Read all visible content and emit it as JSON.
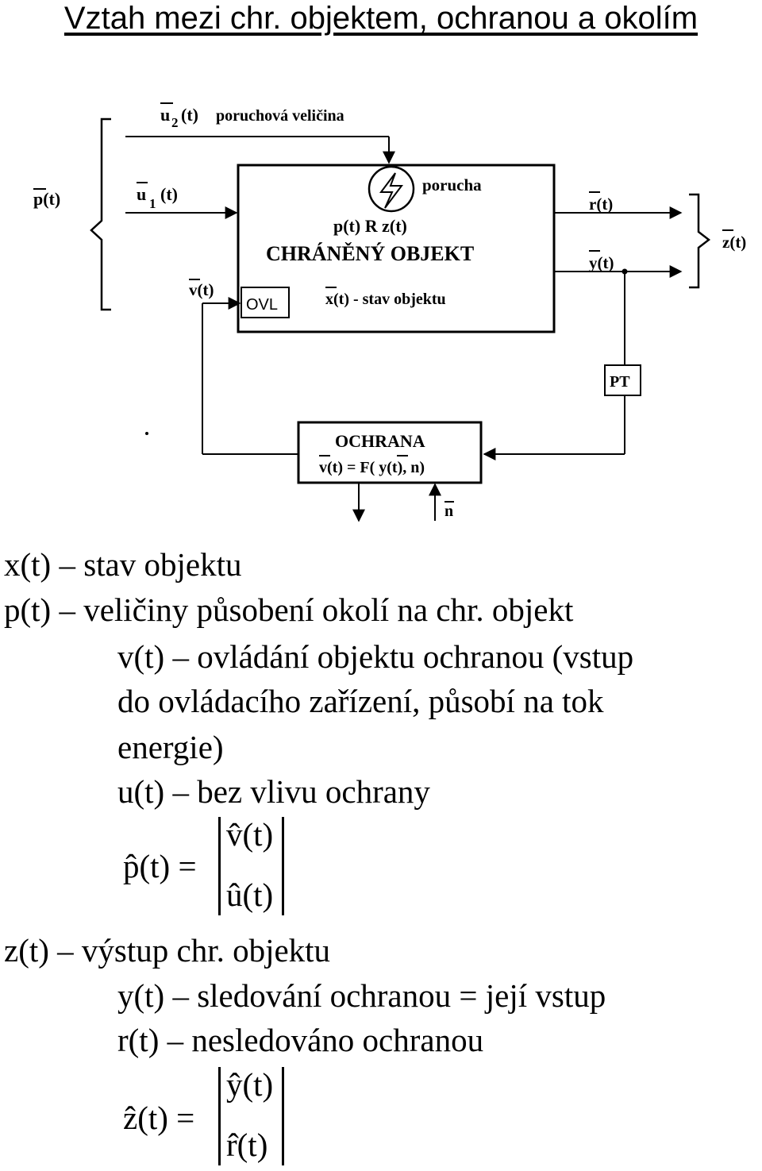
{
  "title": "Vztah mezi chr. objektem, ochranou a okolím",
  "diagram": {
    "u2_label": "u",
    "u2_sub": "2",
    "u2_arg": "(t)",
    "disturbance_label": "poruchová veličina",
    "p_label": "p(t)",
    "u1_label": "u",
    "u1_sub": "1",
    "u1_arg": "(t)",
    "fault_label": "porucha",
    "relation_label": "p(t) R z(t)",
    "object_label": "CHRÁNĚNÝ OBJEKT",
    "state_label": "x(t) - stav objektu",
    "v_label": "v(t)",
    "ovl_label": "OVL",
    "r_label": "r(t)",
    "y_label": "y(t)",
    "z_label": "z(t)",
    "pt_label": "PT",
    "protection_label": "OCHRANA",
    "protection_formula": "v(t) = F( y(t), n)",
    "n_label": "n"
  },
  "text": {
    "line1": "x(t) – stav objektu",
    "line2": "p(t) – veličiny působení okolí na chr. objekt",
    "line3": "v(t) – ovládání objektu ochranou (vstup",
    "line4": "do ovládacího zařízení, působí na tok",
    "line5": "energie)",
    "line6": "u(t) – bez vlivu ochrany",
    "line7": "z(t) – výstup chr. objektu",
    "line8": "y(t) – sledování ochranou = její vstup",
    "line9": "r(t) – nesledováno ochranou"
  },
  "equations": {
    "p_lhs": "p̂(t) =",
    "p_top": "v̂(t)",
    "p_bottom": "û(t)",
    "z_lhs": "ẑ(t) =",
    "z_top": "ŷ(t)",
    "z_bottom": "r̂(t)"
  }
}
